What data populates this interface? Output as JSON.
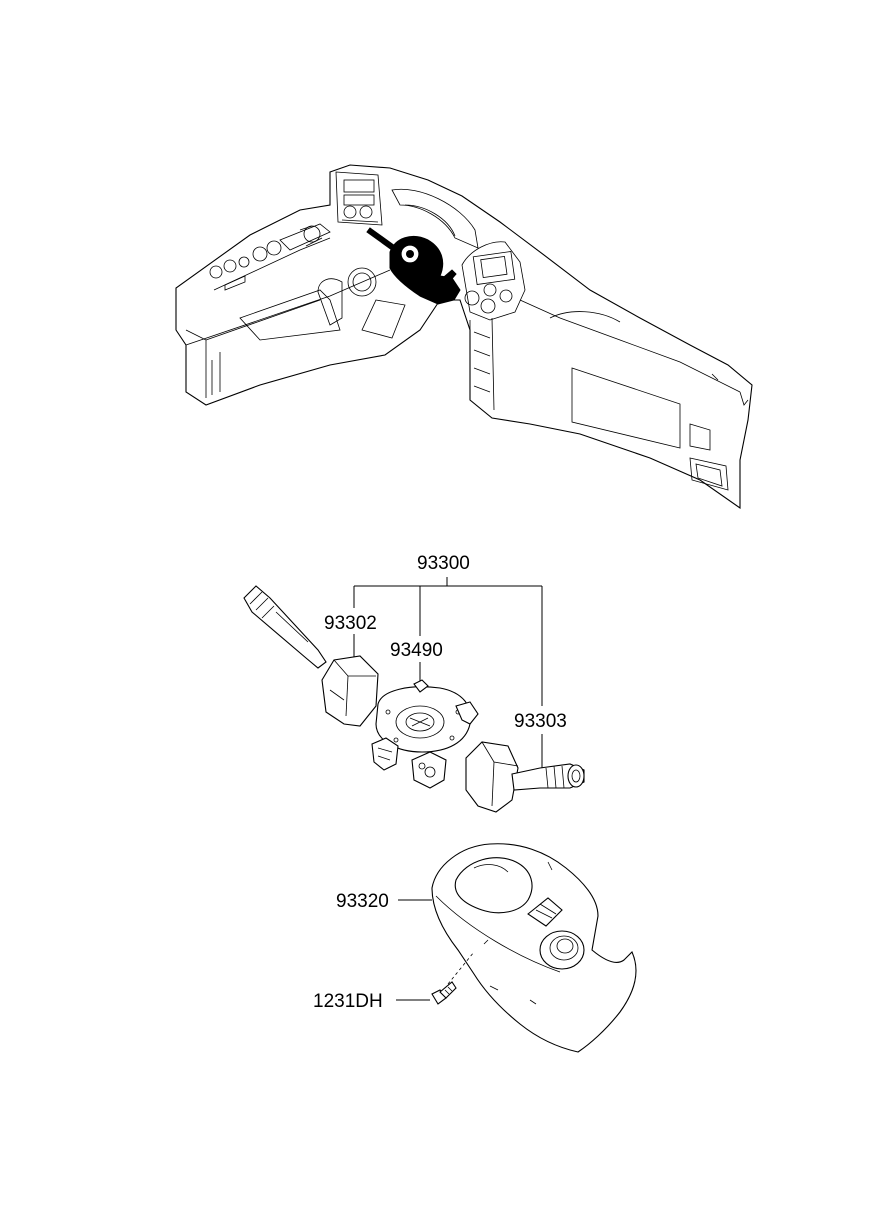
{
  "labels": {
    "assembly": "93300",
    "left_switch": "93302",
    "clock_spring": "93490",
    "right_switch": "93303",
    "shroud": "93320",
    "screw": "1231DH"
  }
}
